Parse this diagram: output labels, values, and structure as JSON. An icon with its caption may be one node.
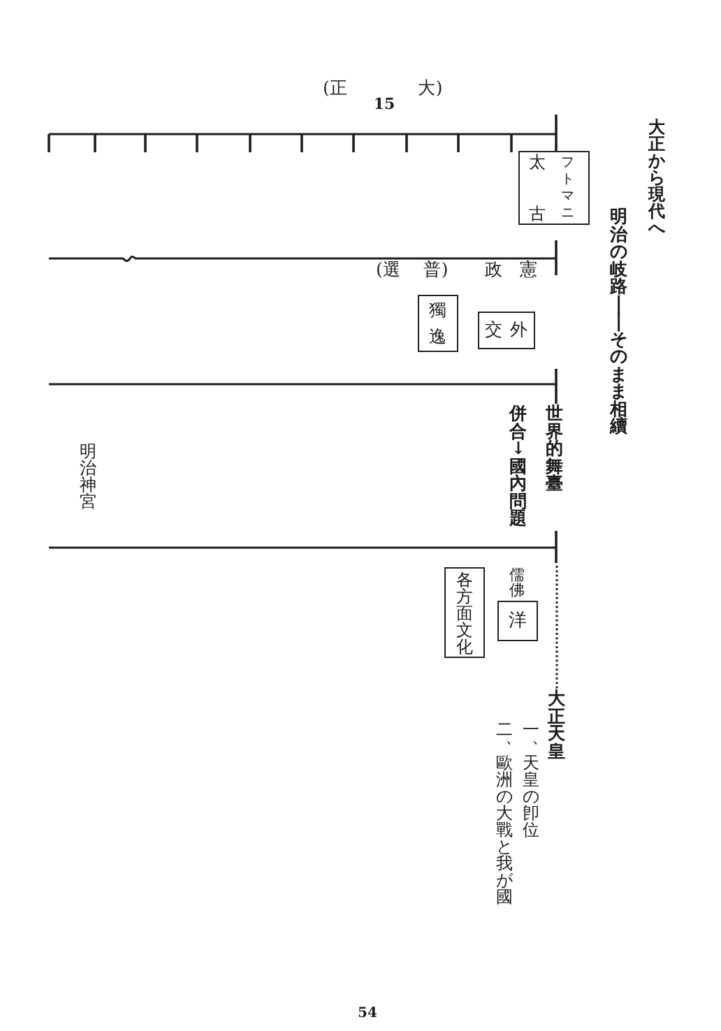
{
  "diagram": {
    "title": "大正から現代へ",
    "nodes": [
      {
        "text": [
          "太古",
          "フトマニ"
        ]
      },
      {
        "text": [
          "交外"
        ]
      },
      {
        "text": [
          "獨逸"
        ]
      },
      {
        "text": [
          "儒佛",
          "洋"
        ]
      },
      {
        "text": [
          "各方面文化"
        ]
      },
      {
        "text": [
          "大正天皇"
        ]
      }
    ],
    "edges": [
      {
        "from": null,
        "to": 5,
        "arrow": "none",
        "style": "dashed"
      }
    ],
    "labels": [
      "明治の岐路——そのまま相續",
      "(正 大)",
      "15",
      "政憲",
      "(選 普)",
      "世界的舞臺",
      "併合↓國內問題",
      "明治神宮",
      "一、天皇の卽位",
      "二、歐洲の大戰と我が國",
      "54"
    ]
  }
}
